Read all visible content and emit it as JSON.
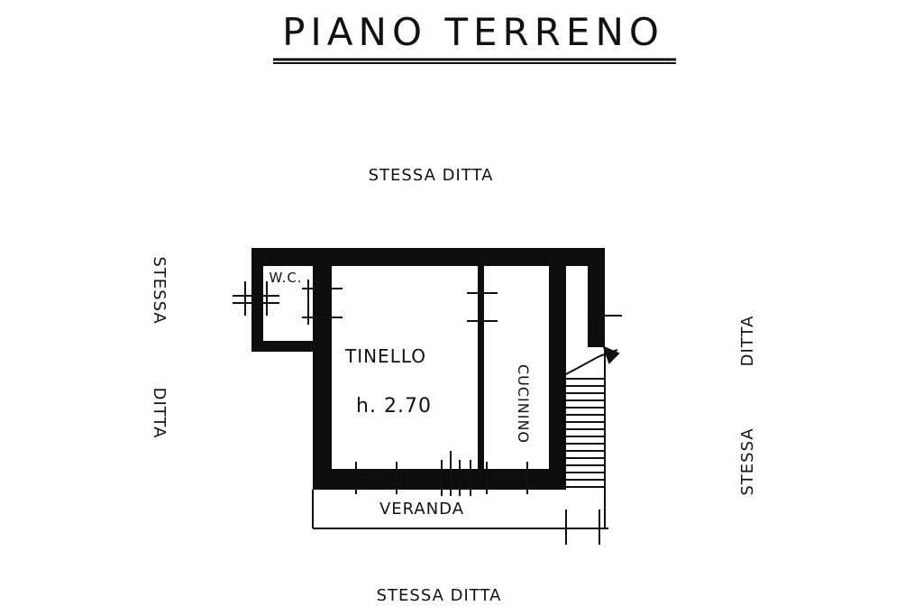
{
  "title": "PIANO TERRENO",
  "neighbors": {
    "top": "STESSA DITTA",
    "bottom": "STESSA DITTA",
    "left_top": "STESSA",
    "left_bottom": "DITTA",
    "right_top": "DITTA",
    "right_bottom": "STESSA"
  },
  "rooms": {
    "wc": "W.C.",
    "tinello": "TINELLO",
    "ceiling_height": "h. 2.70",
    "cucinino": "CUCININO",
    "veranda": "VERANDA"
  },
  "colors": {
    "ink": "#111111",
    "wall": "#0d0d0d",
    "background": "#ffffff"
  }
}
